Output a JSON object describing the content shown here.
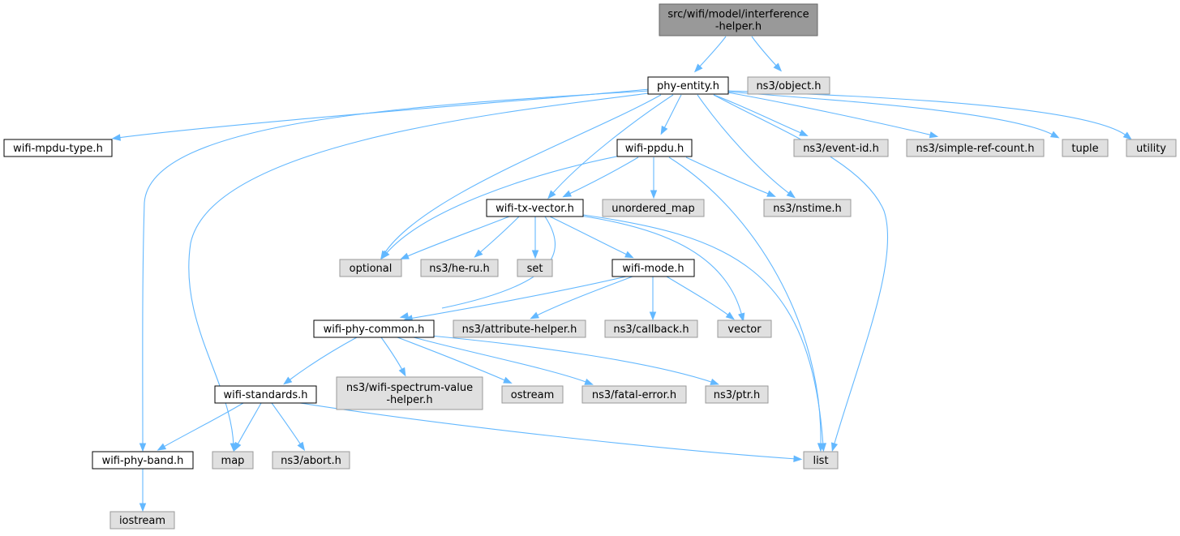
{
  "graph": {
    "nodes": [
      {
        "id": "root",
        "kind": "root",
        "label": [
          "src/wifi/model/interference",
          "-helper.h"
        ]
      },
      {
        "id": "phy_entity",
        "kind": "local",
        "label": [
          "phy-entity.h"
        ]
      },
      {
        "id": "ns3_object",
        "kind": "external",
        "label": [
          "ns3/object.h"
        ]
      },
      {
        "id": "wifi_mpdu_type",
        "kind": "local",
        "label": [
          "wifi-mpdu-type.h"
        ]
      },
      {
        "id": "wifi_ppdu",
        "kind": "local",
        "label": [
          "wifi-ppdu.h"
        ]
      },
      {
        "id": "ns3_event_id",
        "kind": "external",
        "label": [
          "ns3/event-id.h"
        ]
      },
      {
        "id": "ns3_simple_ref_count",
        "kind": "external",
        "label": [
          "ns3/simple-ref-count.h"
        ]
      },
      {
        "id": "tuple",
        "kind": "external",
        "label": [
          "tuple"
        ]
      },
      {
        "id": "utility",
        "kind": "external",
        "label": [
          "utility"
        ]
      },
      {
        "id": "wifi_tx_vector",
        "kind": "local",
        "label": [
          "wifi-tx-vector.h"
        ]
      },
      {
        "id": "unordered_map",
        "kind": "external",
        "label": [
          "unordered_map"
        ]
      },
      {
        "id": "ns3_nstime",
        "kind": "external",
        "label": [
          "ns3/nstime.h"
        ]
      },
      {
        "id": "optional",
        "kind": "external",
        "label": [
          "optional"
        ]
      },
      {
        "id": "ns3_he_ru",
        "kind": "external",
        "label": [
          "ns3/he-ru.h"
        ]
      },
      {
        "id": "set",
        "kind": "external",
        "label": [
          "set"
        ]
      },
      {
        "id": "wifi_mode",
        "kind": "local",
        "label": [
          "wifi-mode.h"
        ]
      },
      {
        "id": "wifi_phy_common",
        "kind": "local",
        "label": [
          "wifi-phy-common.h"
        ]
      },
      {
        "id": "ns3_attribute_helper",
        "kind": "external",
        "label": [
          "ns3/attribute-helper.h"
        ]
      },
      {
        "id": "ns3_callback",
        "kind": "external",
        "label": [
          "ns3/callback.h"
        ]
      },
      {
        "id": "vector",
        "kind": "external",
        "label": [
          "vector"
        ]
      },
      {
        "id": "wifi_standards",
        "kind": "local",
        "label": [
          "wifi-standards.h"
        ]
      },
      {
        "id": "ns3_wifi_spectrum",
        "kind": "external",
        "label": [
          "ns3/wifi-spectrum-value",
          "-helper.h"
        ]
      },
      {
        "id": "ostream",
        "kind": "external",
        "label": [
          "ostream"
        ]
      },
      {
        "id": "ns3_fatal_error",
        "kind": "external",
        "label": [
          "ns3/fatal-error.h"
        ]
      },
      {
        "id": "ns3_ptr",
        "kind": "external",
        "label": [
          "ns3/ptr.h"
        ]
      },
      {
        "id": "wifi_phy_band",
        "kind": "local",
        "label": [
          "wifi-phy-band.h"
        ]
      },
      {
        "id": "map",
        "kind": "external",
        "label": [
          "map"
        ]
      },
      {
        "id": "ns3_abort",
        "kind": "external",
        "label": [
          "ns3/abort.h"
        ]
      },
      {
        "id": "list",
        "kind": "external",
        "label": [
          "list"
        ]
      },
      {
        "id": "iostream",
        "kind": "external",
        "label": [
          "iostream"
        ]
      }
    ],
    "edges": [
      [
        "root",
        "phy_entity"
      ],
      [
        "root",
        "ns3_object"
      ],
      [
        "phy_entity",
        "wifi_mpdu_type"
      ],
      [
        "phy_entity",
        "wifi_ppdu"
      ],
      [
        "phy_entity",
        "ns3_event_id"
      ],
      [
        "phy_entity",
        "ns3_simple_ref_count"
      ],
      [
        "phy_entity",
        "tuple"
      ],
      [
        "phy_entity",
        "utility"
      ],
      [
        "phy_entity",
        "wifi_tx_vector"
      ],
      [
        "phy_entity",
        "ns3_nstime"
      ],
      [
        "phy_entity",
        "optional"
      ],
      [
        "phy_entity",
        "list"
      ],
      [
        "phy_entity",
        "map"
      ],
      [
        "phy_entity",
        "wifi_phy_band"
      ],
      [
        "wifi_ppdu",
        "wifi_tx_vector"
      ],
      [
        "wifi_ppdu",
        "unordered_map"
      ],
      [
        "wifi_ppdu",
        "ns3_nstime"
      ],
      [
        "wifi_ppdu",
        "optional"
      ],
      [
        "wifi_ppdu",
        "list"
      ],
      [
        "wifi_tx_vector",
        "optional"
      ],
      [
        "wifi_tx_vector",
        "ns3_he_ru"
      ],
      [
        "wifi_tx_vector",
        "set"
      ],
      [
        "wifi_tx_vector",
        "wifi_mode"
      ],
      [
        "wifi_tx_vector",
        "wifi_phy_common"
      ],
      [
        "wifi_tx_vector",
        "vector"
      ],
      [
        "wifi_tx_vector",
        "list"
      ],
      [
        "wifi_mode",
        "wifi_phy_common"
      ],
      [
        "wifi_mode",
        "ns3_attribute_helper"
      ],
      [
        "wifi_mode",
        "ns3_callback"
      ],
      [
        "wifi_mode",
        "vector"
      ],
      [
        "wifi_phy_common",
        "wifi_standards"
      ],
      [
        "wifi_phy_common",
        "ns3_wifi_spectrum"
      ],
      [
        "wifi_phy_common",
        "ostream"
      ],
      [
        "wifi_phy_common",
        "ns3_fatal_error"
      ],
      [
        "wifi_phy_common",
        "ns3_ptr"
      ],
      [
        "wifi_standards",
        "wifi_phy_band"
      ],
      [
        "wifi_standards",
        "map"
      ],
      [
        "wifi_standards",
        "ns3_abort"
      ],
      [
        "wifi_standards",
        "list"
      ],
      [
        "wifi_phy_band",
        "iostream"
      ]
    ]
  }
}
